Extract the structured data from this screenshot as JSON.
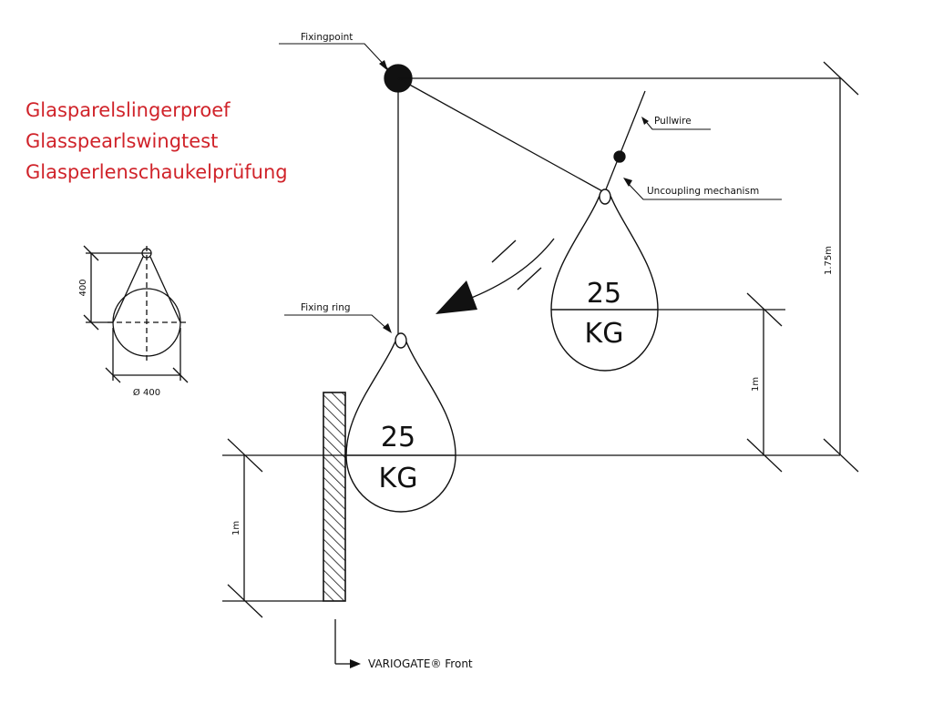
{
  "titles": {
    "color": "#d0232a",
    "lines": [
      "Glasparelslingerproef",
      "Glasspearlswingtest",
      "Glasperlenschaukelprüfung"
    ]
  },
  "labels": {
    "fixingpoint": "Fixingpoint",
    "pullwire": "Pullwire",
    "uncoupling": "Uncoupling mechanism",
    "fixing_ring": "Fixing ring",
    "front": "VARIOGATE® Front"
  },
  "weights": {
    "left": {
      "top": "25",
      "bottom": "KG"
    },
    "right": {
      "top": "25",
      "bottom": "KG"
    }
  },
  "dimensions": {
    "height_total": "1.75m",
    "drop": "1m",
    "impact_height": "1m",
    "detail_height": "400",
    "detail_diameter": "Ø 400"
  },
  "colors": {
    "line": "#111111",
    "title": "#d0232a"
  }
}
